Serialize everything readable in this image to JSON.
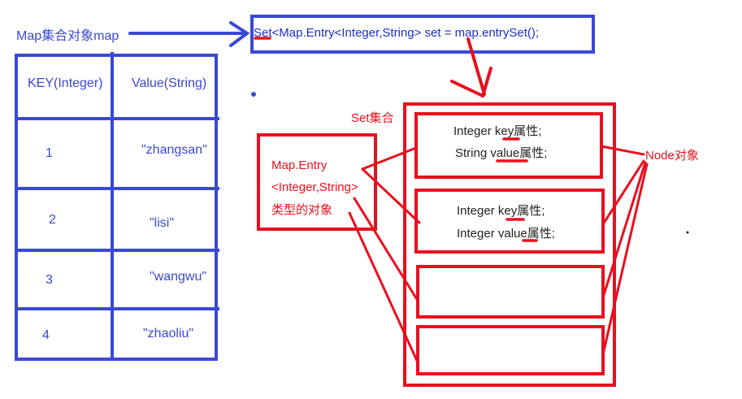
{
  "map_label": "Map集合对象map",
  "table": {
    "headers": [
      "KEY(Integer)",
      "Value(String)"
    ],
    "rows": [
      {
        "key": "1",
        "value": "\"zhangsan\""
      },
      {
        "key": "2",
        "value": "\"lisi\""
      },
      {
        "key": "3",
        "value": "\"wangwu\""
      },
      {
        "key": "4",
        "value": "\"zhaoliu\""
      }
    ]
  },
  "code": "Set<Map.Entry<Integer,String> set = map.entrySet();",
  "set_label": "Set集合",
  "entry_box": {
    "line1": "Map.Entry",
    "line2": "<Integer,String>",
    "line3": "类型的对象"
  },
  "entries": [
    {
      "key_line": "Integer key属性;",
      "value_line": "String value属性;"
    },
    {
      "key_line": "Integer key属性;",
      "value_line": "Integer value属性;"
    }
  ],
  "node_label": "Node对象",
  "colors": {
    "blue": "#3a48d6",
    "red": "#e8101e"
  }
}
